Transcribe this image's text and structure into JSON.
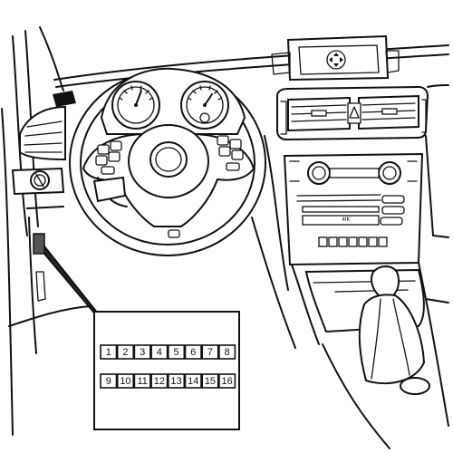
{
  "connector": {
    "top_row_pins": [
      "1",
      "2",
      "3",
      "4",
      "5",
      "6",
      "7",
      "8"
    ],
    "bottom_row_pins": [
      "9",
      "10",
      "11",
      "12",
      "13",
      "14",
      "15",
      "16"
    ]
  },
  "radio": {
    "display_text": "4IK"
  },
  "colors": {
    "line": "#111111",
    "background": "#ffffff",
    "connector_fill": "#555555"
  },
  "icons": {
    "hazard_button": "hazard-triangle-icon",
    "nav_controller": "four-way-arrow-icon"
  }
}
